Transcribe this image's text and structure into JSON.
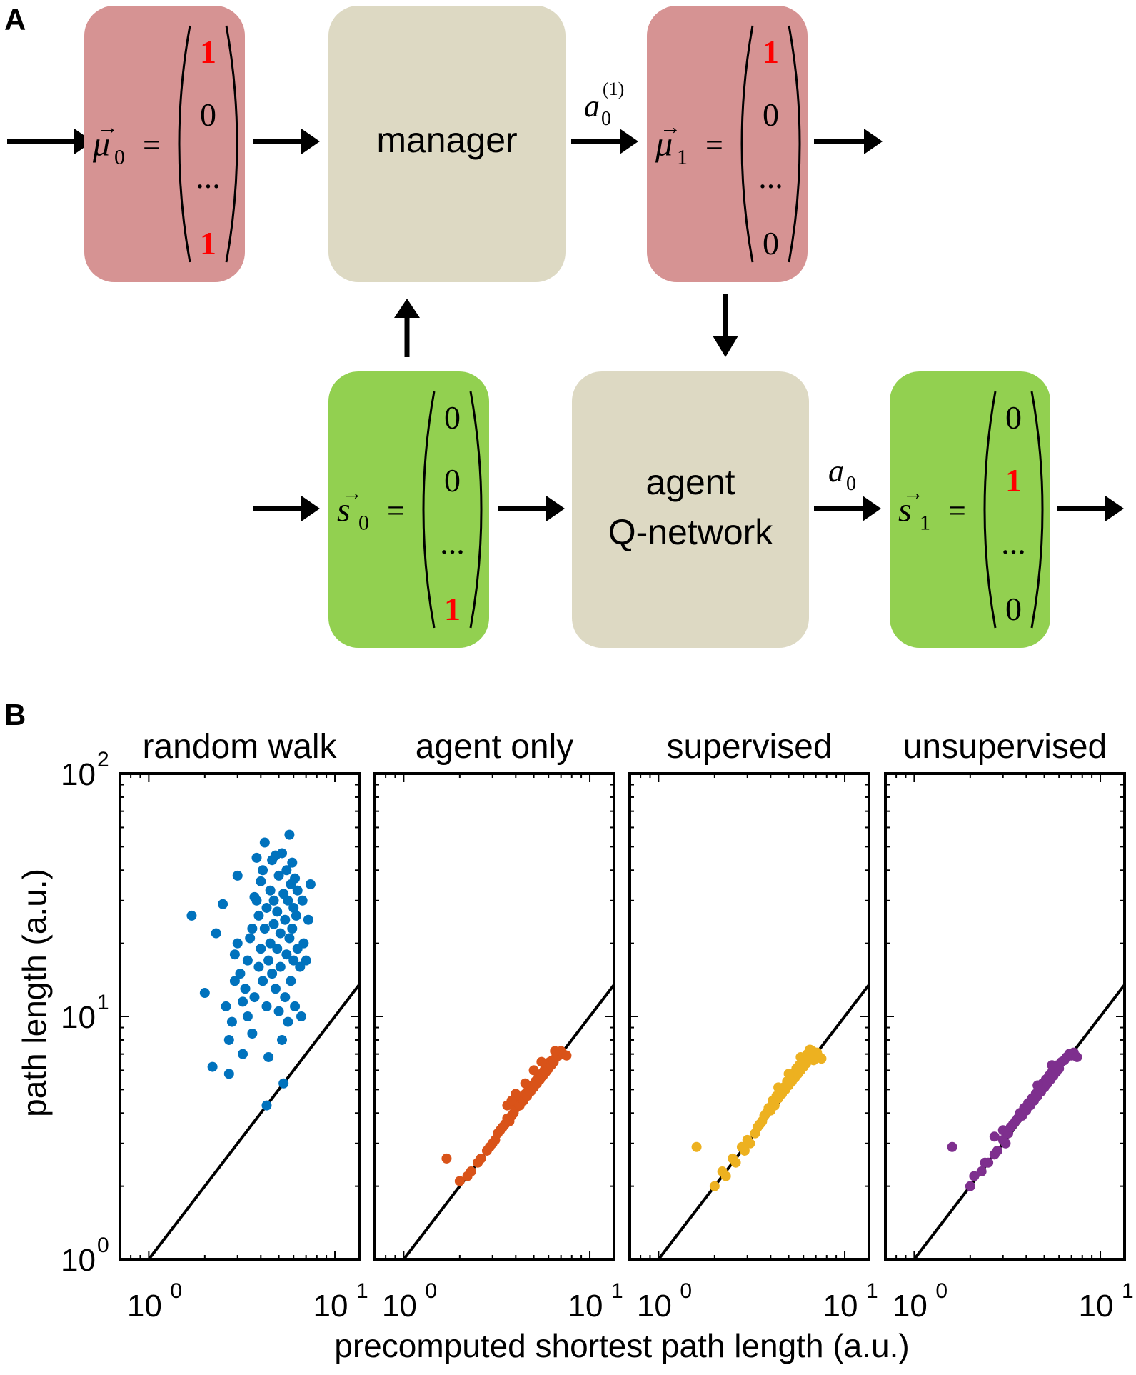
{
  "panel_a": {
    "label": "A",
    "mu0": {
      "sym": "μ",
      "sub": "0",
      "eq": "=",
      "entries": [
        "1",
        "0",
        "...",
        "1"
      ],
      "highlight": [
        true,
        false,
        false,
        true
      ]
    },
    "mu1": {
      "sym": "μ",
      "sub": "1",
      "eq": "=",
      "entries": [
        "1",
        "0",
        "...",
        "0"
      ],
      "highlight": [
        true,
        false,
        false,
        false
      ]
    },
    "s0": {
      "sym": "s",
      "sub": "0",
      "eq": "=",
      "entries": [
        "0",
        "0",
        "...",
        "1"
      ],
      "highlight": [
        false,
        false,
        false,
        true
      ]
    },
    "s1": {
      "sym": "s",
      "sub": "1",
      "eq": "=",
      "entries": [
        "0",
        "1",
        "...",
        "0"
      ],
      "highlight": [
        false,
        true,
        false,
        false
      ]
    },
    "manager": {
      "label": "manager"
    },
    "agent": {
      "line1": "agent",
      "line2": "Q-network"
    },
    "action_manager": {
      "base": "a",
      "sub": "0",
      "sup": "(1)"
    },
    "action_agent": {
      "base": "a",
      "sub": "0"
    },
    "colors": {
      "manager_state": "#d69393",
      "agent_state": "#92d050",
      "network": "#ddd9c3",
      "highlight": "#ff0000",
      "arrow": "#000000"
    }
  },
  "panel_b": {
    "label": "B",
    "ylabel": "path length (a.u.)",
    "xlabel": "precomputed shortest path length (a.u.)",
    "y_ticks": [
      {
        "base": "10",
        "exp": "0",
        "value": 1
      },
      {
        "base": "10",
        "exp": "1",
        "value": 10
      },
      {
        "base": "10",
        "exp": "2",
        "value": 100
      }
    ],
    "x_ticks": [
      {
        "base": "10",
        "exp": "0",
        "value": 1
      },
      {
        "base": "10",
        "exp": "1",
        "value": 10
      }
    ]
  },
  "chart_data": [
    {
      "type": "scatter",
      "title": "random walk",
      "x_scale": "log",
      "y_scale": "log",
      "xlim": [
        0.7,
        13.5
      ],
      "ylim": [
        1,
        100
      ],
      "color": "#0072bd",
      "reference_line": "y = x",
      "points": [
        [
          1.7,
          26
        ],
        [
          2.2,
          6.2
        ],
        [
          2.7,
          5.8
        ],
        [
          2.0,
          12.5
        ],
        [
          2.3,
          22
        ],
        [
          2.5,
          29
        ],
        [
          2.6,
          11
        ],
        [
          2.7,
          8
        ],
        [
          2.8,
          9.5
        ],
        [
          2.9,
          14
        ],
        [
          2.9,
          18
        ],
        [
          3.0,
          20
        ],
        [
          3.0,
          38
        ],
        [
          3.1,
          15
        ],
        [
          3.2,
          11.5
        ],
        [
          3.2,
          7
        ],
        [
          3.3,
          13
        ],
        [
          3.4,
          10
        ],
        [
          3.4,
          17
        ],
        [
          3.5,
          21
        ],
        [
          3.6,
          23
        ],
        [
          3.6,
          8.5
        ],
        [
          3.7,
          31
        ],
        [
          3.7,
          12
        ],
        [
          3.8,
          30
        ],
        [
          3.8,
          45
        ],
        [
          3.9,
          26
        ],
        [
          3.9,
          16
        ],
        [
          4.0,
          36
        ],
        [
          4.0,
          19
        ],
        [
          4.1,
          40
        ],
        [
          4.1,
          14
        ],
        [
          4.2,
          52
        ],
        [
          4.2,
          23
        ],
        [
          4.3,
          11
        ],
        [
          4.3,
          28
        ],
        [
          4.4,
          6.8
        ],
        [
          4.4,
          17
        ],
        [
          4.5,
          33
        ],
        [
          4.5,
          20
        ],
        [
          4.6,
          44
        ],
        [
          4.6,
          15
        ],
        [
          4.7,
          30
        ],
        [
          4.7,
          24
        ],
        [
          4.8,
          46
        ],
        [
          4.8,
          13
        ],
        [
          4.9,
          19
        ],
        [
          4.9,
          27
        ],
        [
          5.0,
          10.5
        ],
        [
          5.0,
          38
        ],
        [
          5.1,
          22
        ],
        [
          5.1,
          16
        ],
        [
          5.2,
          47
        ],
        [
          5.2,
          8
        ],
        [
          5.3,
          32
        ],
        [
          5.3,
          5.3
        ],
        [
          5.4,
          25
        ],
        [
          5.4,
          12
        ],
        [
          5.5,
          40
        ],
        [
          5.5,
          18
        ],
        [
          5.6,
          9.5
        ],
        [
          5.6,
          30
        ],
        [
          5.7,
          56
        ],
        [
          5.7,
          21
        ],
        [
          5.8,
          14
        ],
        [
          5.8,
          35
        ],
        [
          5.9,
          43
        ],
        [
          5.9,
          23
        ],
        [
          6.0,
          17
        ],
        [
          6.0,
          28
        ],
        [
          6.1,
          37
        ],
        [
          6.1,
          11
        ],
        [
          6.2,
          26
        ],
        [
          6.3,
          19
        ],
        [
          6.3,
          33
        ],
        [
          6.5,
          16
        ],
        [
          6.6,
          10
        ],
        [
          6.7,
          30
        ],
        [
          6.8,
          20
        ],
        [
          7.0,
          17
        ],
        [
          7.2,
          25
        ],
        [
          7.4,
          35
        ],
        [
          4.3,
          4.3
        ]
      ]
    },
    {
      "type": "scatter",
      "title": "agent only",
      "x_scale": "log",
      "y_scale": "log",
      "xlim": [
        0.7,
        13.5
      ],
      "ylim": [
        1,
        100
      ],
      "color": "#d95319",
      "reference_line": "y = x",
      "points": [
        [
          1.7,
          2.6
        ],
        [
          2.0,
          2.1
        ],
        [
          2.2,
          2.2
        ],
        [
          2.3,
          2.3
        ],
        [
          2.5,
          2.5
        ],
        [
          2.6,
          2.6
        ],
        [
          2.8,
          2.8
        ],
        [
          2.9,
          2.9
        ],
        [
          3.0,
          3.0
        ],
        [
          3.1,
          3.1
        ],
        [
          3.2,
          3.3
        ],
        [
          3.3,
          3.4
        ],
        [
          3.4,
          3.5
        ],
        [
          3.5,
          3.6
        ],
        [
          3.6,
          3.8
        ],
        [
          3.6,
          4.3
        ],
        [
          3.7,
          3.7
        ],
        [
          3.8,
          3.9
        ],
        [
          3.9,
          4.0
        ],
        [
          4.0,
          4.2
        ],
        [
          4.1,
          4.4
        ],
        [
          4.2,
          4.3
        ],
        [
          4.3,
          4.6
        ],
        [
          4.4,
          4.5
        ],
        [
          4.5,
          4.8
        ],
        [
          4.6,
          4.7
        ],
        [
          4.7,
          5.0
        ],
        [
          4.8,
          4.9
        ],
        [
          4.9,
          5.2
        ],
        [
          5.0,
          5.1
        ],
        [
          5.1,
          5.4
        ],
        [
          5.2,
          5.3
        ],
        [
          5.3,
          5.6
        ],
        [
          5.4,
          5.5
        ],
        [
          5.5,
          5.8
        ],
        [
          5.6,
          5.7
        ],
        [
          5.7,
          6.0
        ],
        [
          5.8,
          5.9
        ],
        [
          5.9,
          6.2
        ],
        [
          6.0,
          6.1
        ],
        [
          6.1,
          6.5
        ],
        [
          6.2,
          6.3
        ],
        [
          6.3,
          6.6
        ],
        [
          6.4,
          6.5
        ],
        [
          6.6,
          6.8
        ],
        [
          6.7,
          7.0
        ],
        [
          6.8,
          6.9
        ],
        [
          7.0,
          7.2
        ],
        [
          7.2,
          7.0
        ],
        [
          7.5,
          6.9
        ],
        [
          5.5,
          6.5
        ],
        [
          4.5,
          5.3
        ],
        [
          4.0,
          4.8
        ],
        [
          6.5,
          7.2
        ],
        [
          5.0,
          6.0
        ],
        [
          3.8,
          4.5
        ]
      ]
    },
    {
      "type": "scatter",
      "title": "supervised",
      "x_scale": "log",
      "y_scale": "log",
      "xlim": [
        0.7,
        13.5
      ],
      "ylim": [
        1,
        100
      ],
      "color": "#edb120",
      "reference_line": "y = x",
      "points": [
        [
          1.6,
          2.9
        ],
        [
          2.0,
          2.0
        ],
        [
          2.2,
          2.3
        ],
        [
          2.3,
          2.2
        ],
        [
          2.5,
          2.6
        ],
        [
          2.6,
          2.5
        ],
        [
          2.8,
          2.9
        ],
        [
          2.9,
          2.8
        ],
        [
          3.0,
          3.1
        ],
        [
          3.1,
          3.0
        ],
        [
          3.3,
          3.3
        ],
        [
          3.4,
          3.5
        ],
        [
          3.5,
          3.6
        ],
        [
          3.6,
          3.7
        ],
        [
          3.7,
          3.9
        ],
        [
          3.8,
          4.0
        ],
        [
          3.9,
          4.2
        ],
        [
          4.0,
          4.1
        ],
        [
          4.1,
          4.5
        ],
        [
          4.2,
          4.3
        ],
        [
          4.3,
          4.7
        ],
        [
          4.4,
          4.6
        ],
        [
          4.5,
          4.9
        ],
        [
          4.6,
          4.8
        ],
        [
          4.7,
          5.1
        ],
        [
          4.8,
          5.0
        ],
        [
          4.9,
          5.4
        ],
        [
          5.0,
          5.2
        ],
        [
          5.1,
          5.6
        ],
        [
          5.2,
          5.4
        ],
        [
          5.3,
          5.8
        ],
        [
          5.4,
          5.6
        ],
        [
          5.5,
          6.1
        ],
        [
          5.6,
          5.8
        ],
        [
          5.7,
          6.3
        ],
        [
          5.8,
          6.0
        ],
        [
          5.9,
          6.6
        ],
        [
          6.0,
          6.2
        ],
        [
          6.1,
          6.8
        ],
        [
          6.2,
          6.4
        ],
        [
          6.3,
          7.0
        ],
        [
          6.5,
          6.7
        ],
        [
          6.7,
          7.2
        ],
        [
          6.9,
          6.9
        ],
        [
          7.1,
          7.1
        ],
        [
          7.3,
          6.8
        ],
        [
          7.5,
          6.7
        ],
        [
          6.5,
          7.3
        ],
        [
          5.8,
          6.8
        ],
        [
          5.0,
          5.8
        ],
        [
          4.4,
          5.1
        ],
        [
          6.8,
          6.6
        ]
      ]
    },
    {
      "type": "scatter",
      "title": "unsupervised",
      "x_scale": "log",
      "y_scale": "log",
      "xlim": [
        0.7,
        13.5
      ],
      "ylim": [
        1,
        100
      ],
      "color": "#7e2f8e",
      "reference_line": "y = x",
      "points": [
        [
          1.6,
          2.9
        ],
        [
          2.0,
          2.0
        ],
        [
          2.1,
          2.2
        ],
        [
          2.3,
          2.3
        ],
        [
          2.4,
          2.5
        ],
        [
          2.5,
          2.5
        ],
        [
          2.7,
          3.2
        ],
        [
          2.7,
          2.7
        ],
        [
          2.8,
          2.8
        ],
        [
          3.0,
          3.1
        ],
        [
          3.0,
          3.4
        ],
        [
          3.1,
          3.0
        ],
        [
          3.2,
          3.3
        ],
        [
          3.3,
          3.5
        ],
        [
          3.4,
          3.6
        ],
        [
          3.5,
          3.7
        ],
        [
          3.6,
          3.8
        ],
        [
          3.7,
          4.0
        ],
        [
          3.8,
          3.9
        ],
        [
          3.9,
          4.2
        ],
        [
          4.0,
          4.1
        ],
        [
          4.1,
          4.4
        ],
        [
          4.2,
          4.3
        ],
        [
          4.3,
          4.6
        ],
        [
          4.4,
          4.5
        ],
        [
          4.5,
          4.8
        ],
        [
          4.6,
          4.7
        ],
        [
          4.7,
          5.0
        ],
        [
          4.8,
          4.9
        ],
        [
          4.9,
          5.3
        ],
        [
          5.0,
          5.1
        ],
        [
          5.1,
          5.5
        ],
        [
          5.2,
          5.3
        ],
        [
          5.3,
          5.7
        ],
        [
          5.4,
          5.5
        ],
        [
          5.5,
          5.9
        ],
        [
          5.6,
          5.7
        ],
        [
          5.7,
          6.1
        ],
        [
          5.8,
          5.9
        ],
        [
          5.9,
          6.3
        ],
        [
          6.0,
          6.1
        ],
        [
          6.2,
          6.5
        ],
        [
          6.4,
          6.6
        ],
        [
          6.6,
          6.8
        ],
        [
          6.8,
          7.0
        ],
        [
          7.0,
          6.9
        ],
        [
          7.2,
          7.1
        ],
        [
          7.5,
          6.8
        ],
        [
          5.5,
          6.3
        ],
        [
          4.6,
          5.2
        ]
      ]
    }
  ]
}
